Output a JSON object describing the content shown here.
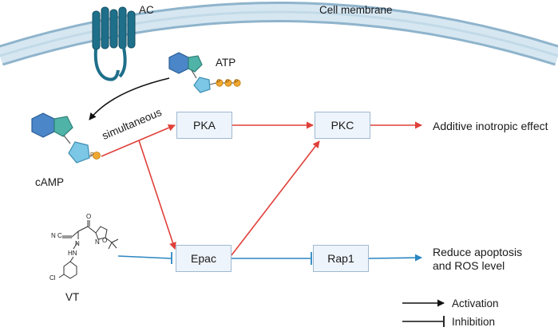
{
  "labels": {
    "ac": "AC",
    "cell_membrane": "Cell membrane",
    "atp": "ATP",
    "camp": "cAMP",
    "simultaneous": "simultaneous",
    "vt": "VT",
    "pka": "PKA",
    "pkc": "PKC",
    "epac": "Epac",
    "rap1": "Rap1",
    "additive_effect": "Additive inotropic effect",
    "reduce_line1": "Reduce apoptosis",
    "reduce_line2": "and ROS level",
    "phosphate": "P"
  },
  "legend": {
    "activation": "Activation",
    "inhibition": "Inhibition"
  },
  "molecule": {
    "cn": "N",
    "cn_c": "C",
    "hn": "HN",
    "n": "N",
    "o": "O",
    "ring_n": "N",
    "ring_o": "O",
    "cl": "Cl"
  },
  "colors": {
    "activation_red": "#e0403a",
    "inhibition_blue": "#2a86c0",
    "membrane_fill": "#cfe3ef",
    "membrane_edge": "#8fb4cc",
    "receptor": "#1e6f8a",
    "hexagon": "#4a86c8",
    "pentagon_teal": "#4fb3a8",
    "pentagon_blue": "#7cc6e6",
    "phosphate": "#f0a830"
  }
}
